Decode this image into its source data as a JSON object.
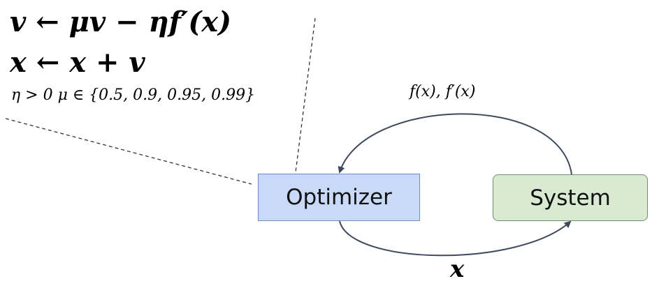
{
  "equations": {
    "velocity_update": "v ← μv − ηf′(x)",
    "position_update": "x ← x + v",
    "parameters": "η > 0   μ ∈ {0.5, 0.9, 0.95, 0.99}"
  },
  "blocks": {
    "optimizer_label": "Optimizer",
    "system_label": "System"
  },
  "edges": {
    "feedback_label": "f(x), f′(x)",
    "output_label": "x"
  },
  "colors": {
    "optimizer_fill": "#c9daf8",
    "system_fill": "#d9ead3",
    "arrow": "#3e4a5c"
  }
}
